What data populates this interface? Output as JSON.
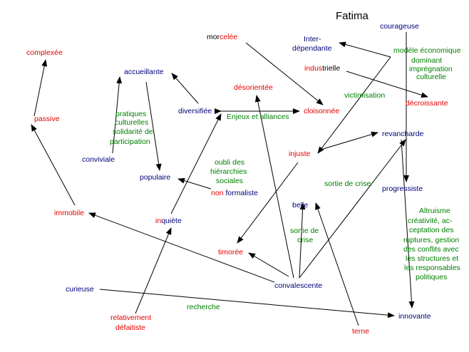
{
  "title": "Fatima",
  "colors": {
    "negative": "#e60000",
    "positive": "#00007a",
    "relation": "#008000",
    "neutral": "#000000"
  },
  "nodes": {
    "morcelee": {
      "prefix": "mor",
      "suffix": "celée"
    },
    "courageuse": "courageuse",
    "inter": {
      "line1": "Inter-",
      "line2": "dépendante"
    },
    "complexee": "complexée",
    "accueillante": "accueillante",
    "industrielle": {
      "prefix": "indus",
      "suffix": "trielle"
    },
    "desorientee": "désorientée",
    "decroissante": "décroissante",
    "diversifiee": "diversifiée",
    "cloisonnee": "cloisonnée",
    "passive": "passive",
    "revancharde": "revancharde",
    "injuste": "injuste",
    "conviviale": "conviviale",
    "populaire": "populaire",
    "non_formaliste": {
      "prefix": "non",
      "suffix": " formaliste"
    },
    "progressiste": "progressiste",
    "belle": "belle",
    "immobile": "immobile",
    "inquiete": {
      "prefix": "in",
      "suffix": "quiète"
    },
    "timoree": "timorée",
    "convalescente": "convalescente",
    "curieuse": "curieuse",
    "innovante": "innovante",
    "relativement": {
      "line1": "relativement",
      "line2": "défaitiste"
    },
    "terne": "terne"
  },
  "relations": {
    "modele": [
      "modèle économique",
      "dominant",
      "imprégnation",
      "culturelle"
    ],
    "victimisation": "victimisation",
    "pratiques": [
      "pratiques",
      "culturelles",
      "solidarité de",
      "participation"
    ],
    "enjeux": "Enjeux et alliances",
    "oubli": [
      "oubli des",
      "hiérarchies",
      "sociales"
    ],
    "sortie_crise_1": "sortie de crise",
    "sortie_crise_2": [
      "sortie de",
      "crise"
    ],
    "altruisme": [
      "Altruisme",
      "créativité, ac-",
      "ceptation des",
      "ruptures, gestion",
      "des conflits avec",
      "les structures et",
      "les responsables",
      "politiques"
    ],
    "recherche": "recherche"
  }
}
